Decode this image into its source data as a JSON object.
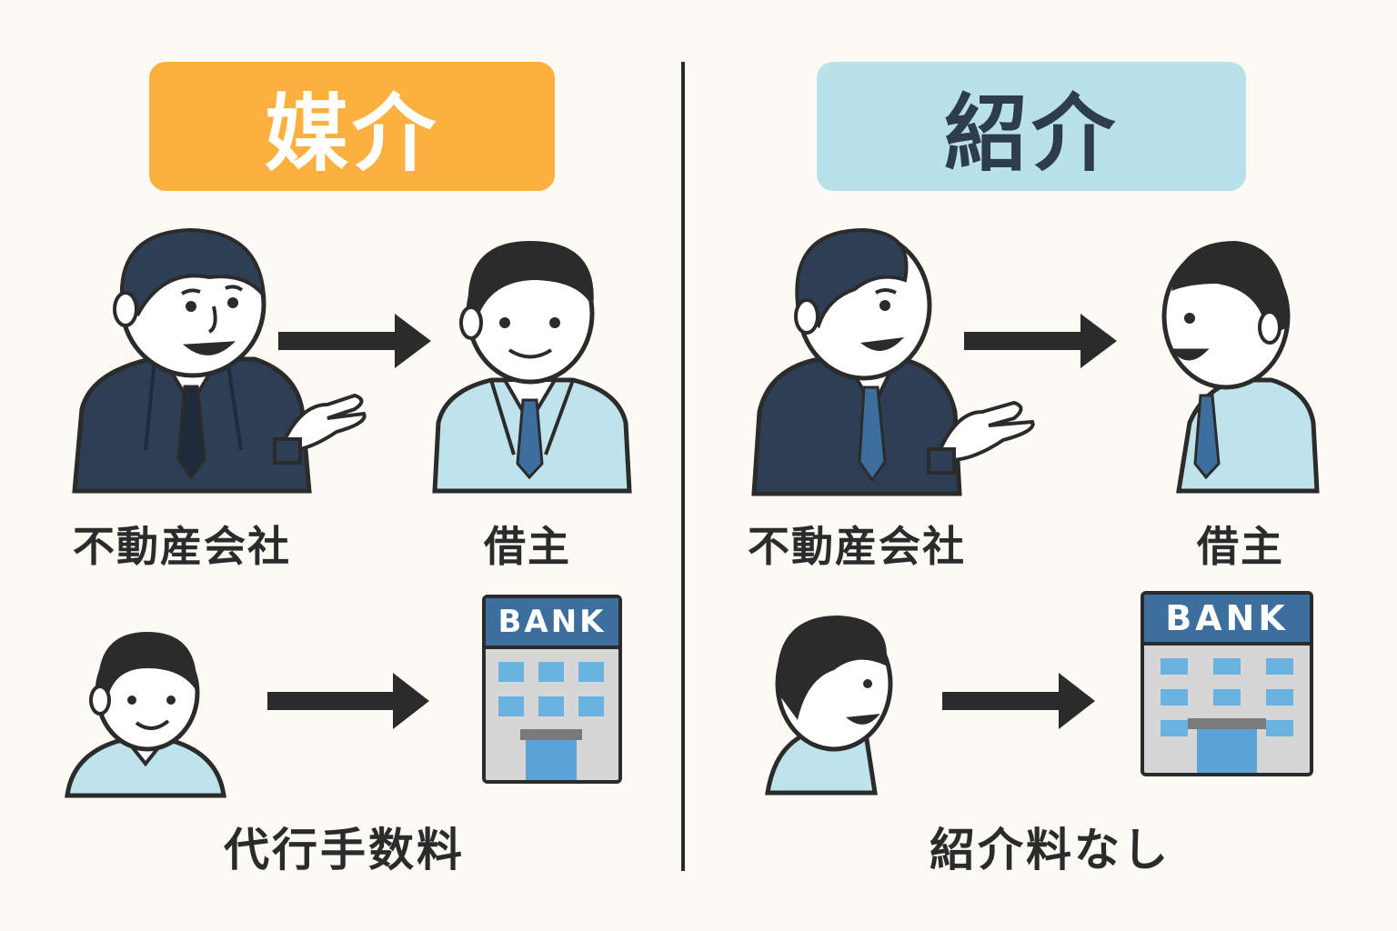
{
  "left": {
    "title": "媒介",
    "agent_label": "不動産会社",
    "tenant_label": "借主",
    "bank_sign": "BANK",
    "caption": "代行手数料"
  },
  "right": {
    "title": "紹介",
    "agent_label": "不動産会社",
    "tenant_label": "借主",
    "bank_sign": "BANK",
    "caption": "紹介料なし"
  },
  "colors": {
    "left_title_bg": "#fbb040",
    "right_title_bg": "#b8e2e8",
    "suit_dark": "#2e3f55",
    "suit_light": "#bfe3ea",
    "bank_header": "#3d6f9e",
    "window": "#6ab3e0"
  }
}
